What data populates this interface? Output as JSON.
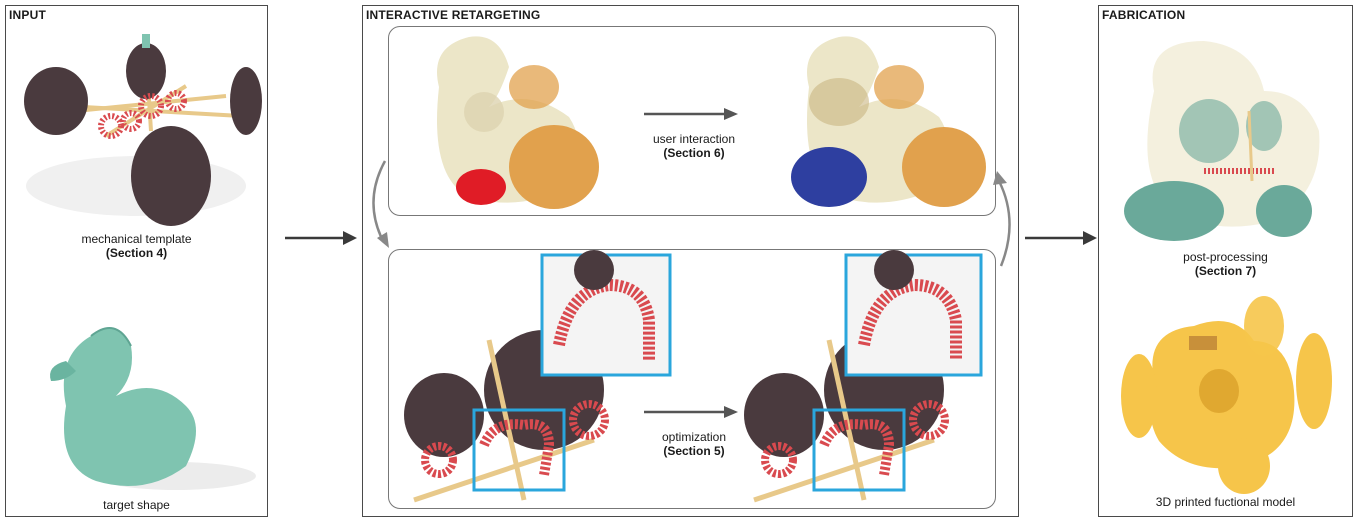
{
  "panels": {
    "input": {
      "title": "INPUT",
      "template_caption": "mechanical template",
      "template_section": "(Section 4)",
      "target_caption": "target shape"
    },
    "retargeting": {
      "title": "INTERACTIVE RETARGETING",
      "user_caption": "user interaction",
      "user_section": "(Section 6)",
      "opt_caption": "optimization",
      "opt_section": "(Section 5)"
    },
    "fabrication": {
      "title": "FABRICATION",
      "post_caption": "post-processing",
      "post_section": "(Section 7)",
      "printed_caption": "3D printed fuctional model"
    }
  },
  "colors": {
    "wheel_dark": "#4a3a3e",
    "gear_red": "#d94a4f",
    "rod_tan": "#e8c98a",
    "duck_teal": "#7fc4b0",
    "duck_cream": "#ece6c8",
    "wheel_orange": "#e1a14d",
    "wheel_red": "#e01c26",
    "wheel_blue": "#2e3fa0",
    "zoom_blue": "#2aa6dc",
    "print_yellow": "#f6c54a",
    "fab_teal": "#6aa99a"
  }
}
